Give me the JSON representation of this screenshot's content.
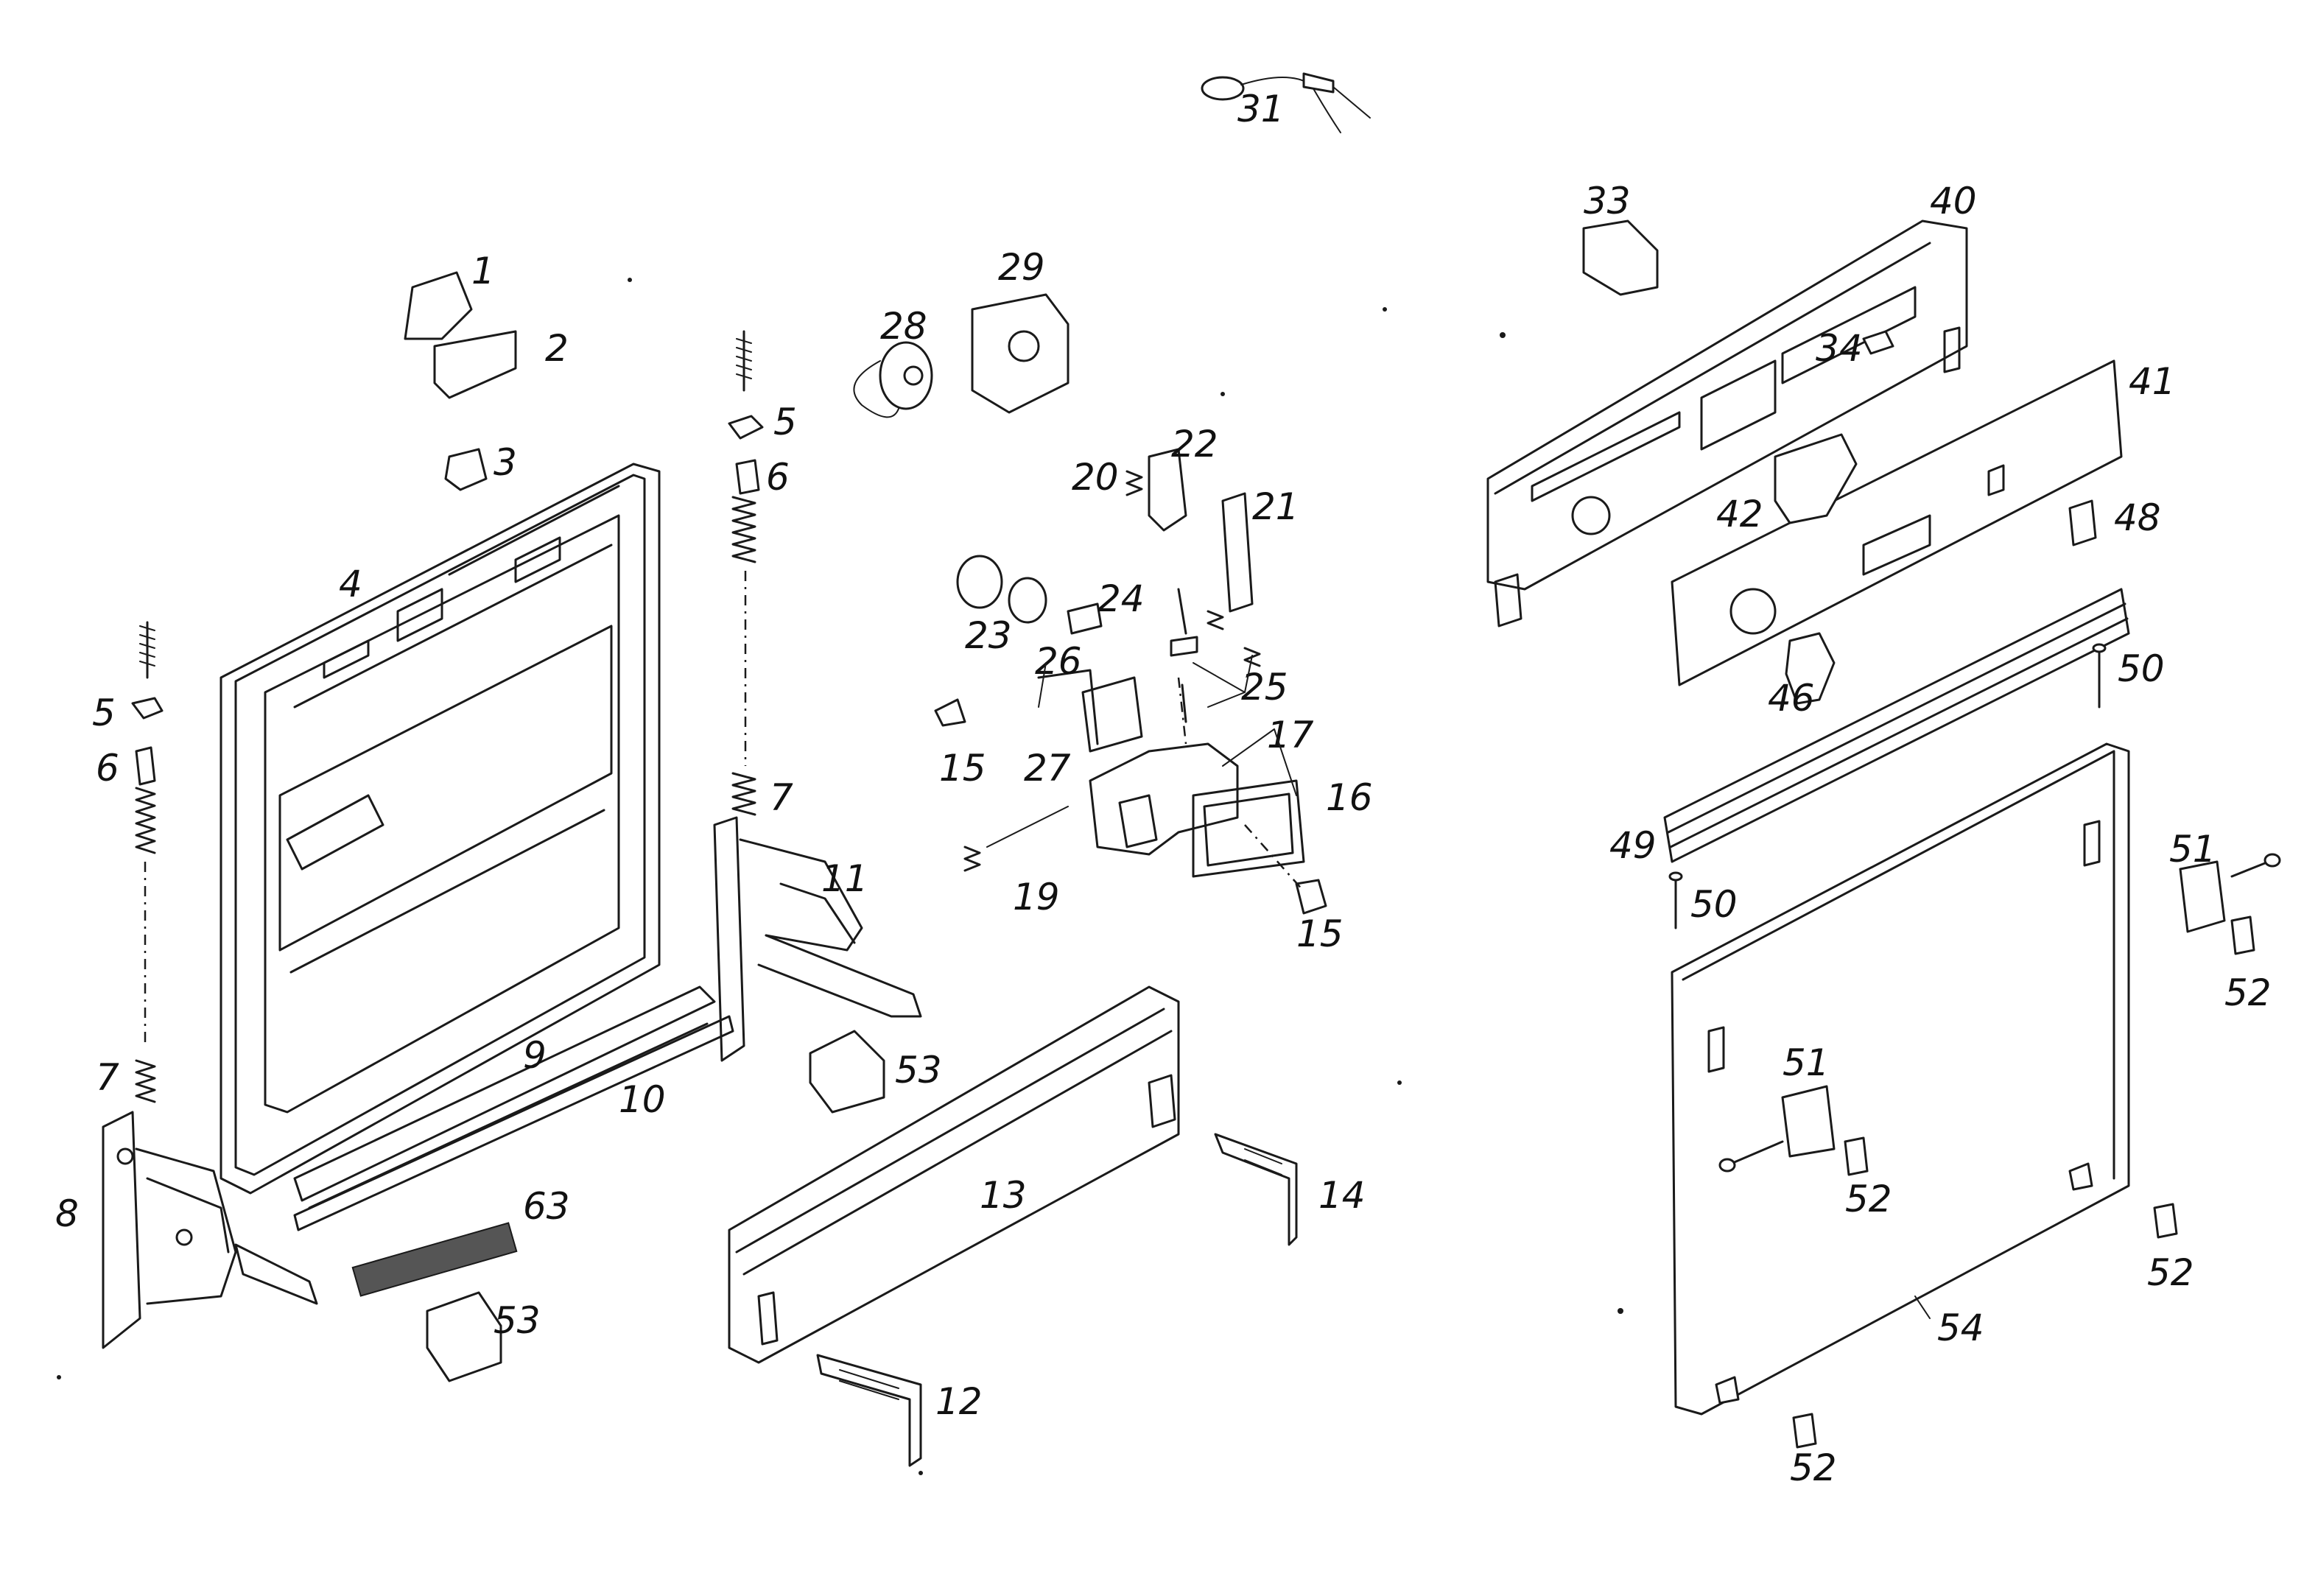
{
  "diagram": {
    "part_labels": [
      "1",
      "2",
      "3",
      "4",
      "5",
      "6",
      "7",
      "8",
      "9",
      "10",
      "11",
      "12",
      "13",
      "14",
      "15",
      "16",
      "17",
      "19",
      "20",
      "21",
      "22",
      "23",
      "24",
      "25",
      "26",
      "27",
      "28",
      "29",
      "31",
      "33",
      "34",
      "40",
      "41",
      "42",
      "46",
      "48",
      "49",
      "50",
      "51",
      "52",
      "53",
      "54",
      "63"
    ]
  }
}
